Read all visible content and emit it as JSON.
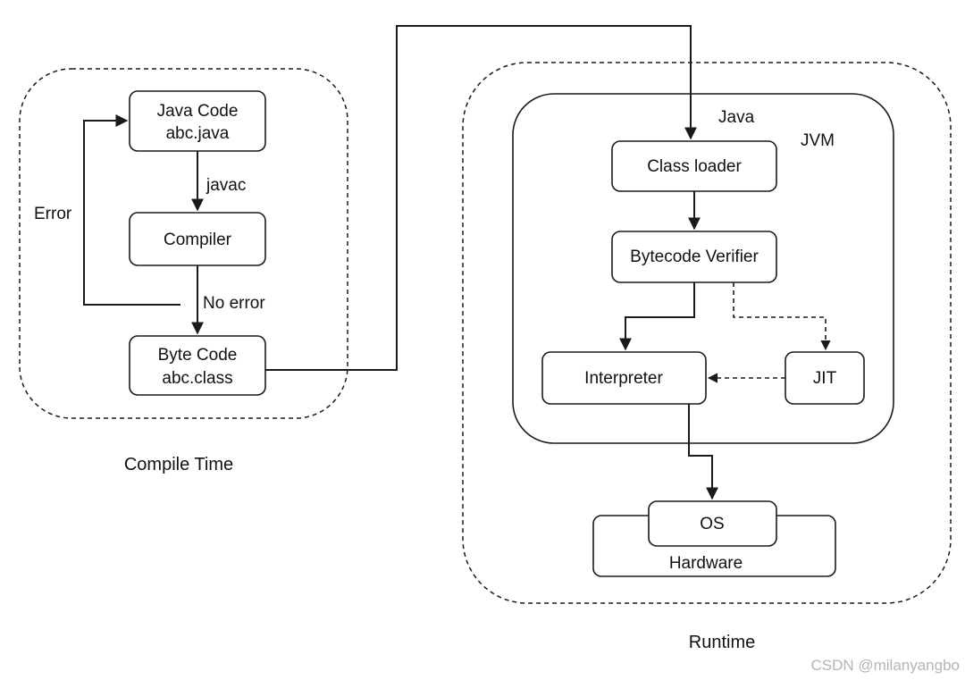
{
  "compile_time": {
    "section_label": "Compile Time",
    "java_code": {
      "line1": "Java Code",
      "line2": "abc.java"
    },
    "javac_label": "javac",
    "compiler": "Compiler",
    "error_label": "Error",
    "no_error_label": "No error",
    "byte_code": {
      "line1": "Byte Code",
      "line2": "abc.class"
    }
  },
  "runtime": {
    "section_label": "Runtime",
    "java_label": "Java",
    "jvm_label": "JVM",
    "class_loader": "Class loader",
    "bytecode_verifier": "Bytecode Verifier",
    "interpreter": "Interpreter",
    "jit": "JIT",
    "os": "OS",
    "hardware": "Hardware"
  },
  "watermark": "CSDN @milanyangbo"
}
